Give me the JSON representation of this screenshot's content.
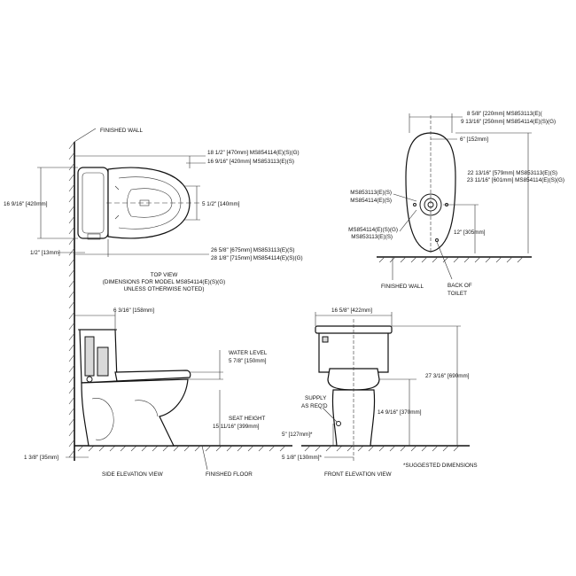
{
  "labels": {
    "finished_wall_top": "FINISHED WALL",
    "dim_18_1_2": "18 1/2\" [470mm] MS854114(E)(S)(G)",
    "dim_16_9_16_a": "16 9/16\" [420mm] MS853113(E)(S)",
    "dim_16_9_16_left": "16 9/16\" [420mm]",
    "dim_5_1_2": "5 1/2\" [140mm]",
    "dim_1_2": "1/2\" [13mm]",
    "dim_26_5_8": "26 5/8\" [675mm] MS853113(E)(S)",
    "dim_28_1_8": "28 1/8\" [715mm] MS854114(E)(S)(G)",
    "top_view_1": "TOP VIEW",
    "top_view_2": "(DIMENSIONS FOR MODEL MS854114(E)(S)(G)",
    "top_view_3": "UNLESS OTHERWISE NOTED)",
    "r_8_5_8": "8 5/8\" [220mm] MS853113(E)(",
    "r_9_13_16": "9 13/16\" [250mm] MS854114(E)(S)(G)",
    "r_6": "6\" [152mm]",
    "r_22_13_16": "22 13/16\" [579mm] MS853113(E)(S)",
    "r_23_11_16": "23 11/16\" [601mm] MS854114(E)(S)(G)",
    "r_ms853113": "MS853113(E)(S)",
    "r_ms854114": "MS854114(E)(S)",
    "r_ms854114g_1": "MS854114(E)(S)(G)",
    "r_ms853113_2": "MS853113(E)(S)",
    "r_12": "12\" [305mm]",
    "r_finished_wall": "FINISHED WALL",
    "r_back_1": "BACK OF",
    "r_back_2": "TOILET",
    "s_6_3_16": "6 3/16\" [158mm]",
    "s_water_1": "WATER LEVEL",
    "s_water_2": "5 7/8\" [150mm]",
    "s_seat_1": "SEAT HEIGHT",
    "s_seat_2": "15 11/16\" [399mm]",
    "s_1_3_8": "1 3/8\" [35mm]",
    "s_side_view": "SIDE ELEVATION VIEW",
    "s_finished_floor": "FINISHED FLOOR",
    "f_16_5_8": "16 5/8\" [422mm]",
    "f_supply_1": "SUPPLY",
    "f_supply_2": "AS REQ'D",
    "f_27_3_16": "27 3/16\" [690mm]",
    "f_14_9_16": "14 9/16\" [370mm]",
    "f_5": "5\" [127mm]*",
    "f_5_1_8": "5 1/8\" [130mm]*",
    "f_suggested": "*SUGGESTED DIMENSIONS",
    "f_front_view": "FRONT ELEVATION VIEW"
  }
}
